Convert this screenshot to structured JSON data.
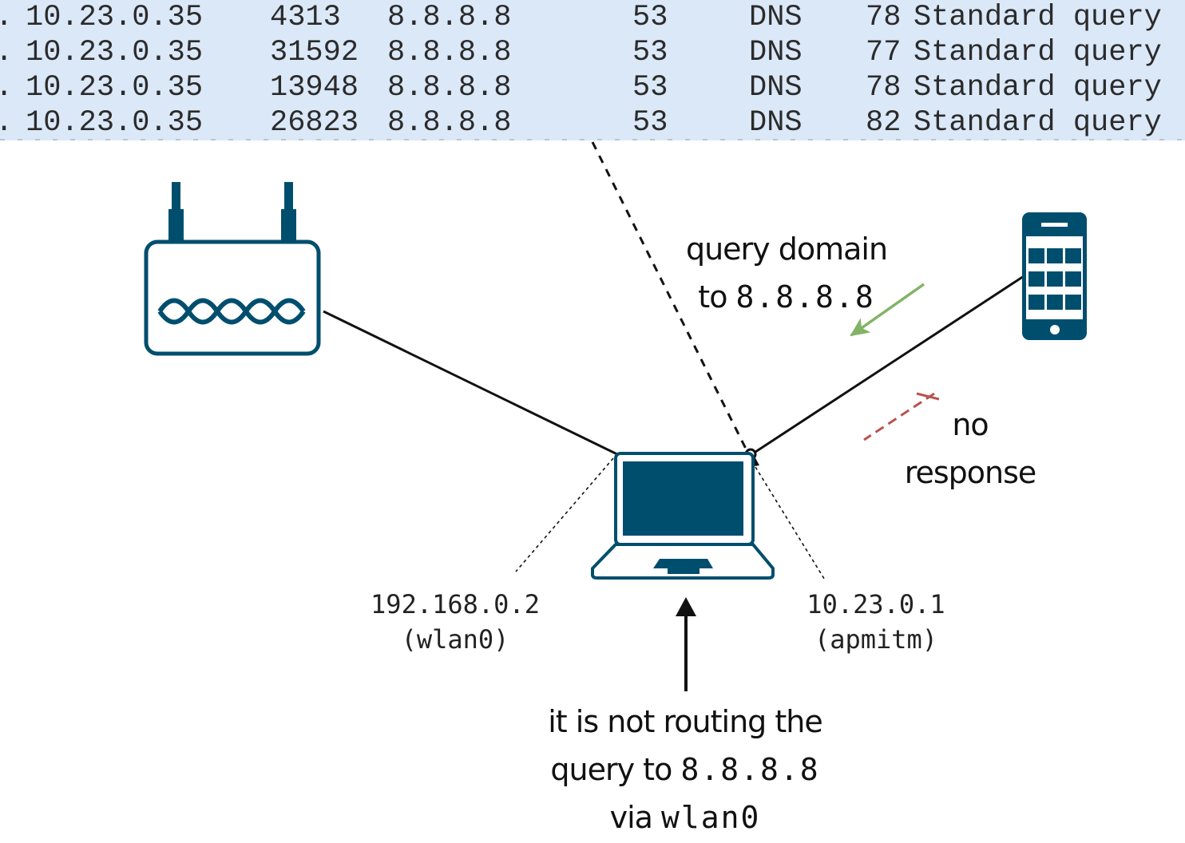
{
  "packet_table": {
    "rows": [
      {
        "src": "10.23.0.35",
        "src_port": "4313",
        "dst": "8.8.8.8",
        "dst_port": "53",
        "protocol": "DNS",
        "length": "78",
        "info": "Standard query"
      },
      {
        "src": "10.23.0.35",
        "src_port": "31592",
        "dst": "8.8.8.8",
        "dst_port": "53",
        "protocol": "DNS",
        "length": "77",
        "info": "Standard query"
      },
      {
        "src": "10.23.0.35",
        "src_port": "13948",
        "dst": "8.8.8.8",
        "dst_port": "53",
        "protocol": "DNS",
        "length": "78",
        "info": "Standard query"
      },
      {
        "src": "10.23.0.35",
        "src_port": "26823",
        "dst": "8.8.8.8",
        "dst_port": "53",
        "protocol": "DNS",
        "length": "82",
        "info": "Standard query"
      }
    ]
  },
  "diagram": {
    "nodes": {
      "router": {
        "icon": "router-icon"
      },
      "laptop": {
        "icon": "laptop-icon"
      },
      "phone": {
        "icon": "smartphone-icon"
      }
    },
    "interfaces": {
      "wlan0": {
        "ip": "192.168.0.2",
        "name": "(wlan0)"
      },
      "apmitm": {
        "ip": "10.23.0.1",
        "name": "(apmitm)"
      }
    },
    "annotations": {
      "query": {
        "line1": "query domain",
        "line2_prefix": "to",
        "line2_ip": "8.8.8.8"
      },
      "no_response": {
        "line1": "no",
        "line2": "response"
      },
      "routing": {
        "line1": "it is not routing the",
        "line2_prefix": "query to",
        "line2_ip": "8.8.8.8",
        "line3_prefix": "via",
        "line3_iface": "wlan0"
      }
    },
    "colors": {
      "device": "#004e6e",
      "query_arrow": "#82b366",
      "no_response": "#b85450",
      "table_bg": "#dbe8f8"
    }
  }
}
